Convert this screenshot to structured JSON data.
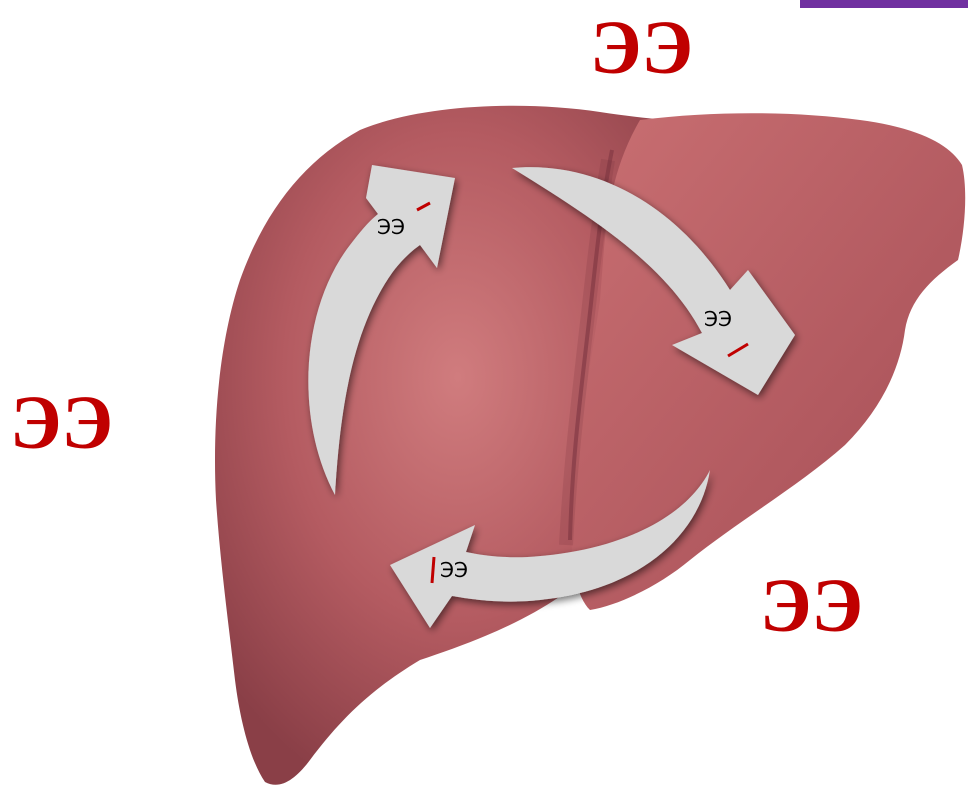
{
  "labels": {
    "top": "ЭЭ",
    "left": "ЭЭ",
    "bottom_right": "ЭЭ"
  },
  "arrows": {
    "left_up": "ЭЭ",
    "right_down": "ЭЭ",
    "bottom_left": "ЭЭ"
  },
  "colors": {
    "label": "#c00000",
    "accent": "#7030a0",
    "arrow_fill": "#d9d9d9",
    "arrow_text": "#000000",
    "mark": "#c00000",
    "liver_base": "#b5585e",
    "liver_dark": "#8e3d46",
    "liver_light": "#cf7a7c"
  }
}
